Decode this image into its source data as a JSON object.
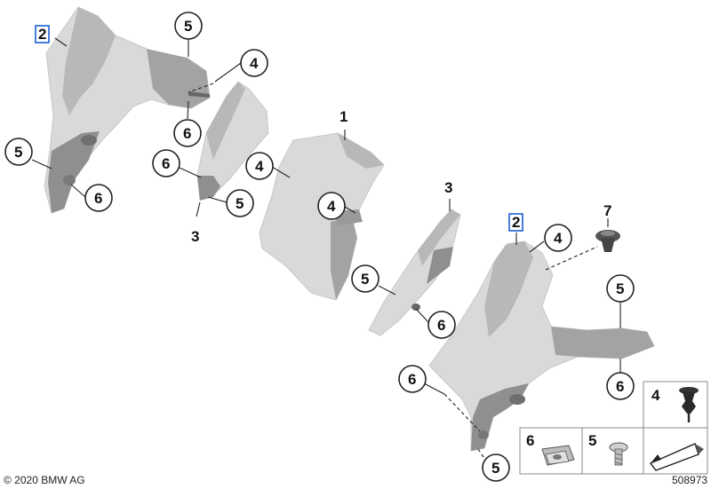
{
  "labels": {
    "p1": "1",
    "p2a": "2",
    "p2b": "2",
    "p3a": "3",
    "p3b": "3",
    "p4a": "4",
    "p4b": "4",
    "p4c": "4",
    "p4d": "4",
    "p5a": "5",
    "p5b": "5",
    "p5c": "5",
    "p5d": "5",
    "p5e": "5",
    "p5f": "5",
    "p6a": "6",
    "p6b": "6",
    "p6c": "6",
    "p6d": "6",
    "p6e": "6",
    "p6f": "6",
    "p7": "7"
  },
  "legend": {
    "item4": "4",
    "item5": "5",
    "item6": "6"
  },
  "copyright": "© 2020 BMW AG",
  "diagram_number": "508973"
}
